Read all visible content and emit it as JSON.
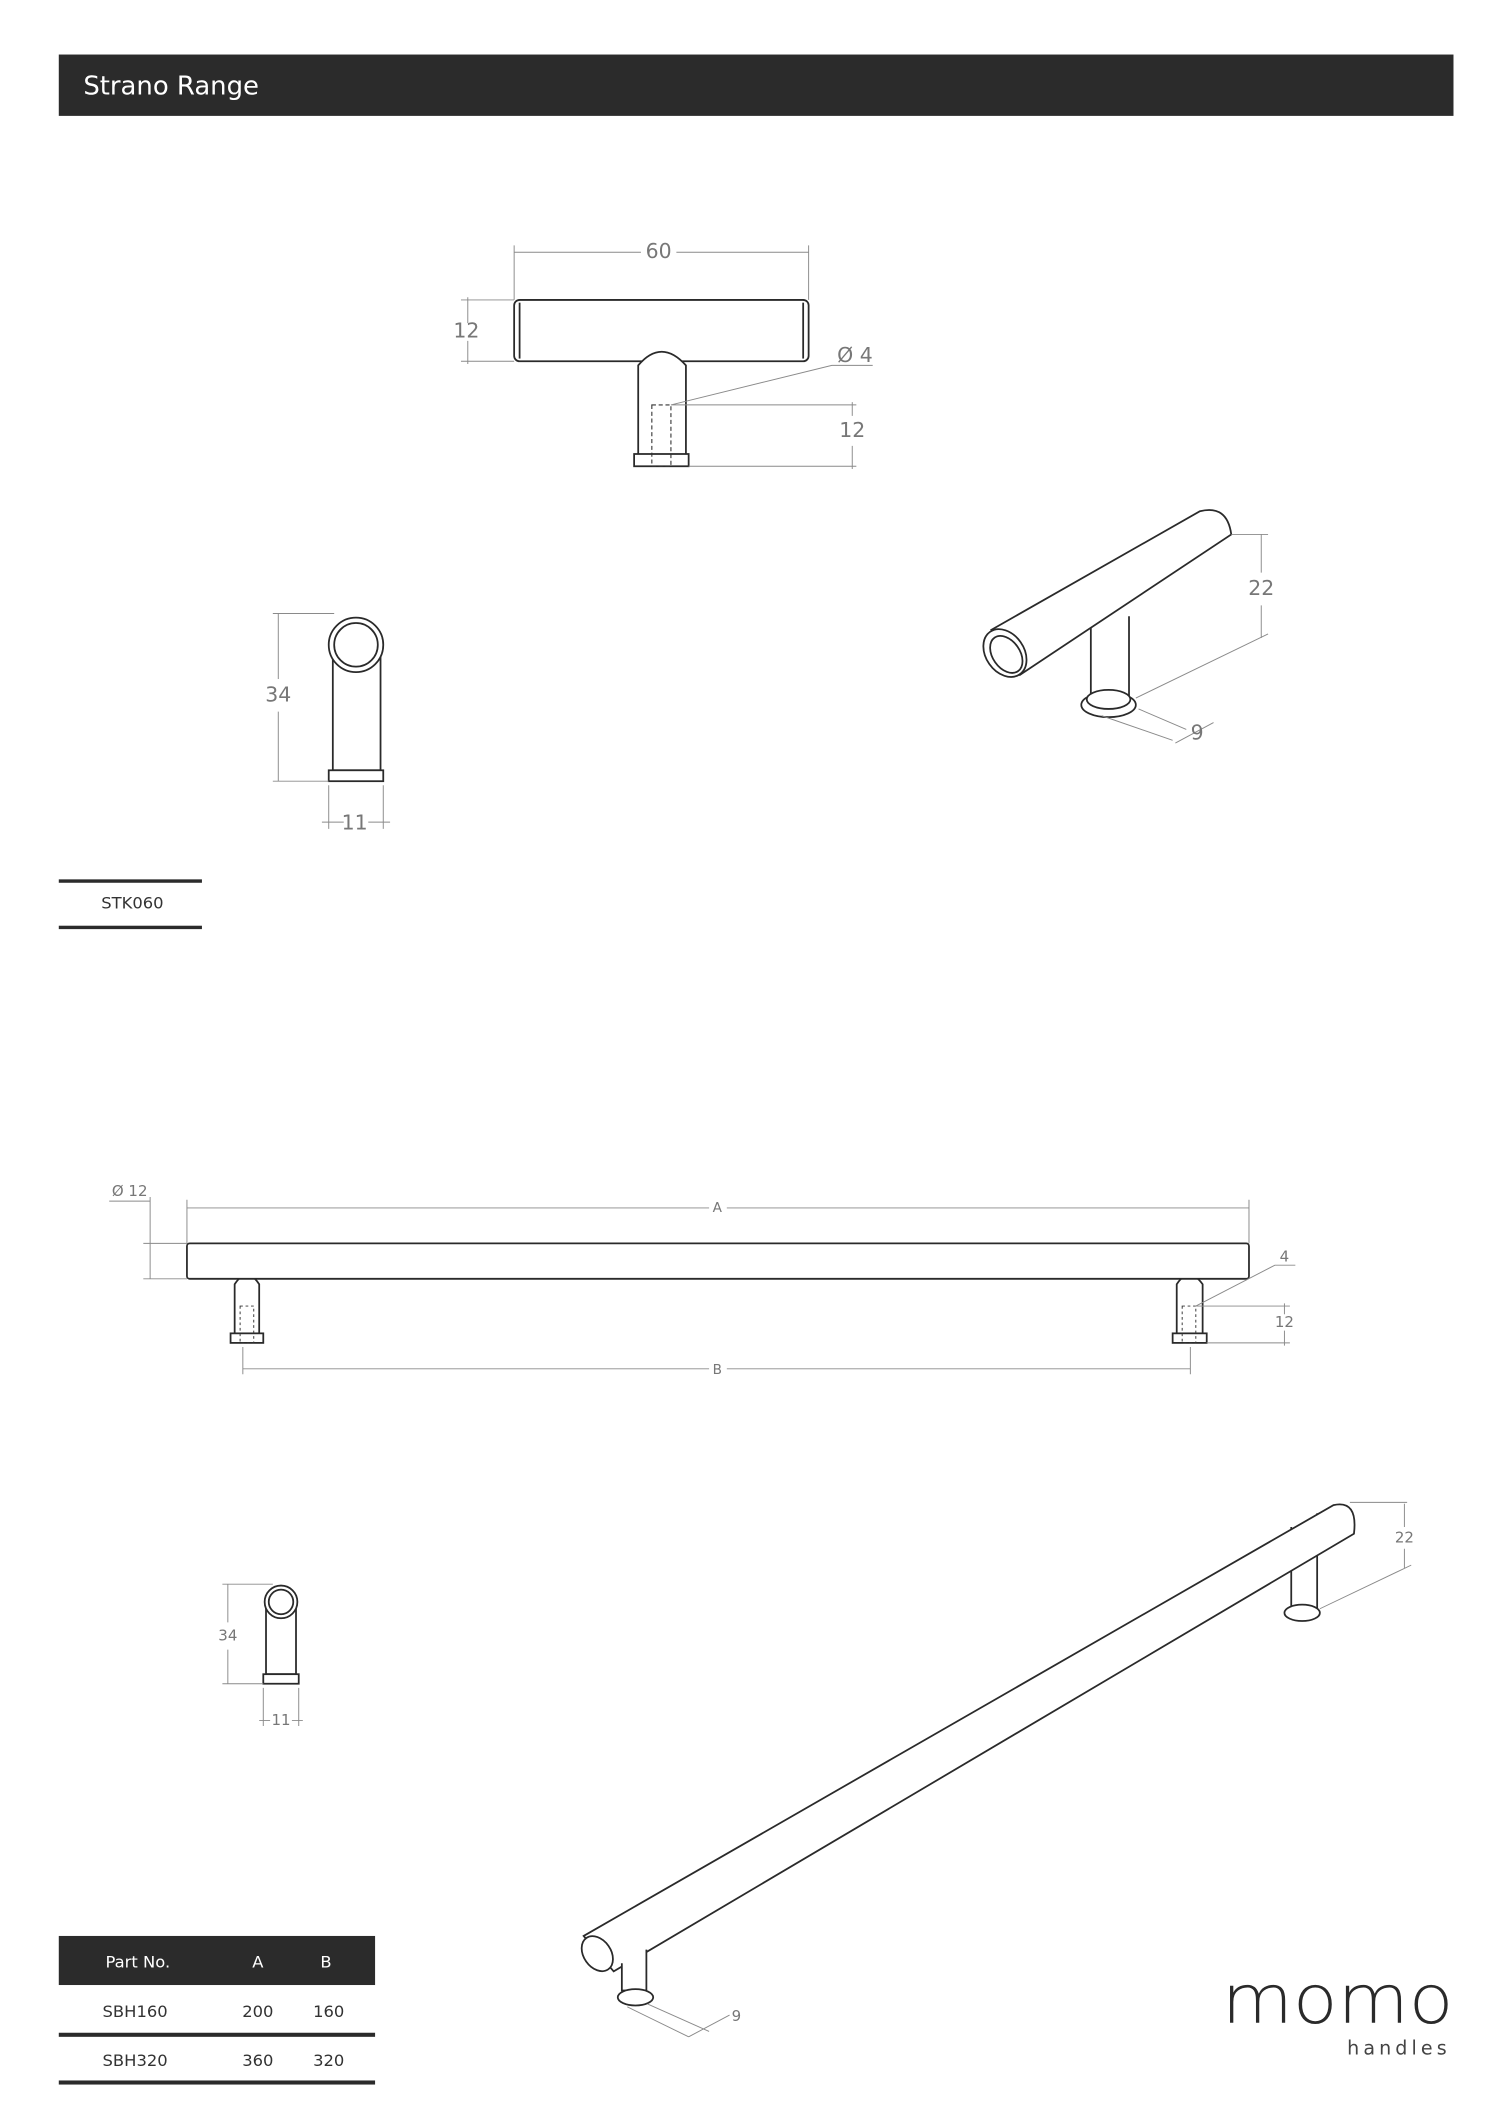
{
  "header": {
    "title": "Strano Range",
    "background": "#2b2b2b"
  },
  "knob": {
    "part_label": "STK060",
    "dims": {
      "length": "60",
      "bar_diameter": "12",
      "hole": "Ø 4",
      "hole_depth": "12",
      "height": "34",
      "base": "11",
      "iso_height": "22",
      "iso_base": "9"
    }
  },
  "bar": {
    "dims": {
      "bar_diameter": "Ø 12",
      "length": "A",
      "centres": "B",
      "hole": "4",
      "hole_depth": "12",
      "height": "34",
      "base": "11",
      "iso_height": "22",
      "iso_base": "9"
    }
  },
  "table": {
    "headers": [
      "Part No.",
      "A",
      "B"
    ],
    "rows": [
      [
        "SBH160",
        "200",
        "160"
      ],
      [
        "SBH320",
        "360",
        "320"
      ]
    ]
  },
  "logo": {
    "name": "momo",
    "tagline": "handles"
  }
}
